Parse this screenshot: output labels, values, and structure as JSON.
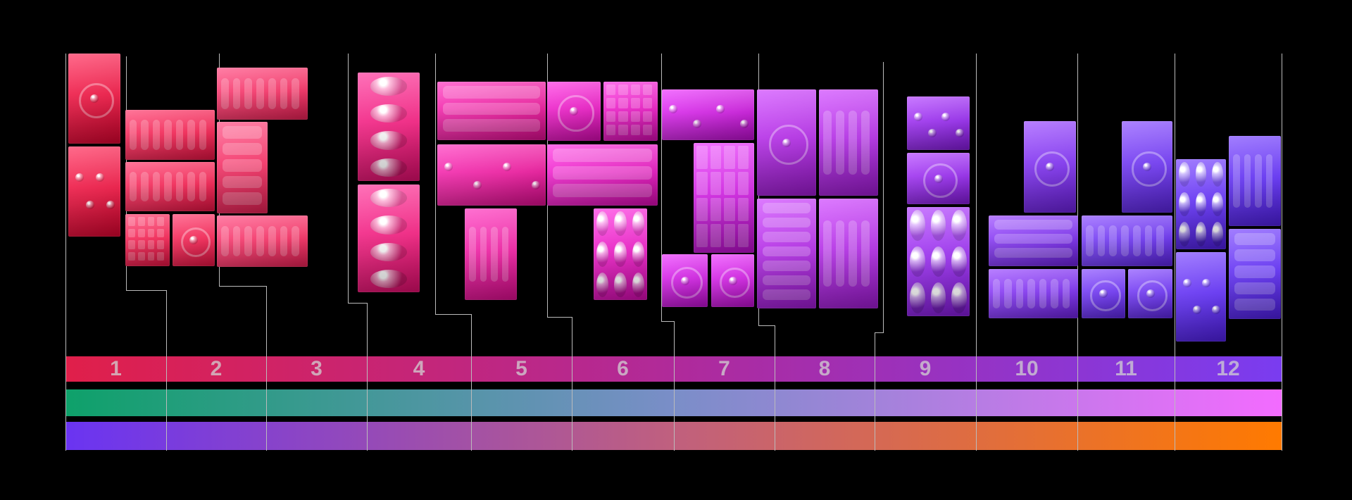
{
  "columns": [
    {
      "label": "1",
      "tile_color": "#e8264e"
    },
    {
      "label": "2",
      "tile_color": "#f0345f"
    },
    {
      "label": "3",
      "tile_color": "#f2406f"
    },
    {
      "label": "4",
      "tile_color": "#ee2f86"
    },
    {
      "label": "5",
      "tile_color": "#ea2ea4"
    },
    {
      "label": "6",
      "tile_color": "#e42cc2"
    },
    {
      "label": "7",
      "tile_color": "#cc2fdc"
    },
    {
      "label": "8",
      "tile_color": "#b23ae0"
    },
    {
      "label": "9",
      "tile_color": "#9a3ae8"
    },
    {
      "label": "10",
      "tile_color": "#8540ec"
    },
    {
      "label": "11",
      "tile_color": "#7644ee"
    },
    {
      "label": "12",
      "tile_color": "#6a3ef0"
    }
  ],
  "bands": {
    "top": {
      "from": "#e01f4a",
      "mid": "#b02a9a",
      "to": "#7a3cf0"
    },
    "middle": {
      "from": "#0ea16a",
      "mid": "#7a8ec8",
      "to": "#f36bff"
    },
    "bottom": {
      "from": "#6a34f2",
      "mid": "#c0607e",
      "to": "#ff7a00"
    }
  }
}
